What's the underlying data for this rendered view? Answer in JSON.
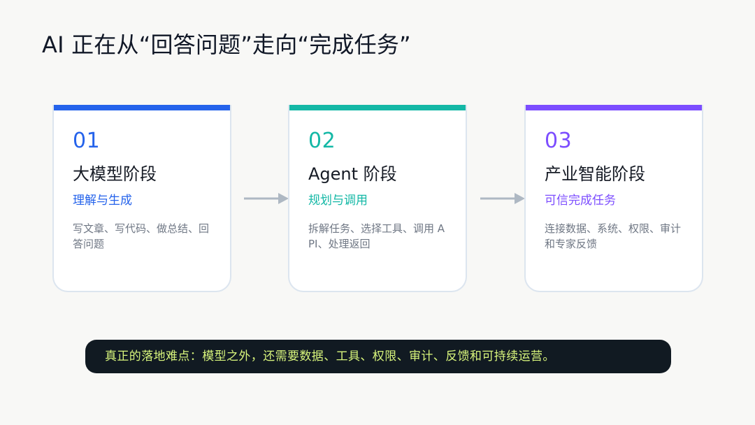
{
  "slide": {
    "title": "AI 正在从“回答问题”走向“完成任务”",
    "banner": "真正的落地难点：模型之外，还需要数据、工具、权限、审计、反馈和可持续运营。",
    "colors": {
      "background": "#f8f8f6",
      "banner_background": "#111a22",
      "banner_text": "#d8f57c",
      "arrow": "#aeb8c3",
      "card_border": "#dce5ef"
    },
    "cards": [
      {
        "number": "01",
        "title": "大模型阶段",
        "subtitle": "理解与生成",
        "description": "写文章、写代码、做总结、回答问题",
        "accent": "#2563eb"
      },
      {
        "number": "02",
        "title": "Agent 阶段",
        "subtitle": "规划与调用",
        "description": "拆解任务、选择工具、调用 API、处理返回",
        "accent": "#14b8a6"
      },
      {
        "number": "03",
        "title": "产业智能阶段",
        "subtitle": "可信完成任务",
        "description": "连接数据、系统、权限、审计和专家反馈",
        "accent": "#7c4dff"
      }
    ],
    "icons": {
      "arrow_1": "arrow-right-icon",
      "arrow_2": "arrow-right-icon"
    }
  }
}
